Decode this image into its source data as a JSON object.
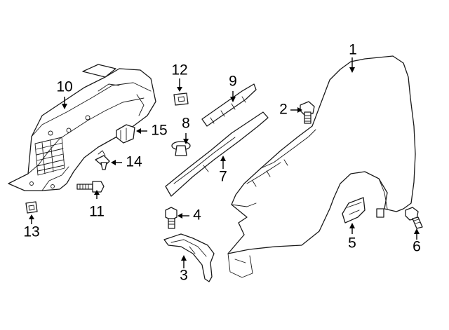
{
  "callouts": {
    "1": "1",
    "2": "2",
    "3": "3",
    "4": "4",
    "5": "5",
    "6": "6",
    "7": "7",
    "8": "8",
    "9": "9",
    "10": "10",
    "11": "11",
    "12": "12",
    "13": "13",
    "14": "14",
    "15": "15"
  }
}
